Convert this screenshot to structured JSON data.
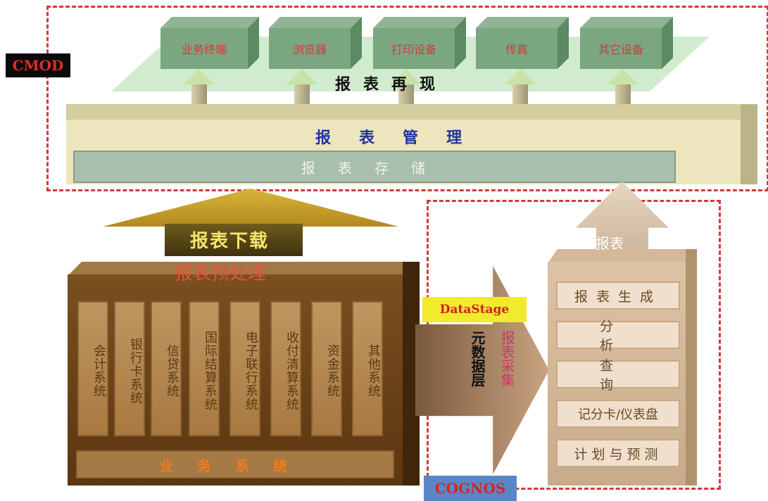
{
  "tags": {
    "cmod": "CMOD",
    "cognos": "COGNOS",
    "datastage": "DataStage"
  },
  "top": {
    "channels": [
      "业务终端",
      "浏览器",
      "打印设备",
      "传真",
      "其它设备"
    ],
    "reproduction": "报表再现",
    "management": "报表管理",
    "storage": "报表存储"
  },
  "bottom_left": {
    "download": "报表下载",
    "preprocess": "报表预处理",
    "systems": [
      "会计系统",
      "银行卡系统",
      "信贷系统",
      "国际结算系统",
      "电子联行系统",
      "收付清算系统",
      "资金系统",
      "其他系统"
    ],
    "business": "业务系统"
  },
  "middle": {
    "metadata": "元数据层",
    "collect": "报表采集"
  },
  "right": {
    "report": "报表",
    "functions": [
      "报表生成",
      "分析",
      "查询",
      "记分卡/仪表盘",
      "计划与预测"
    ]
  },
  "colors": {
    "dash": "#d23a3a",
    "cube": "#7aa680",
    "box": "#7b4f1f",
    "panel": "#dcc3a6"
  }
}
